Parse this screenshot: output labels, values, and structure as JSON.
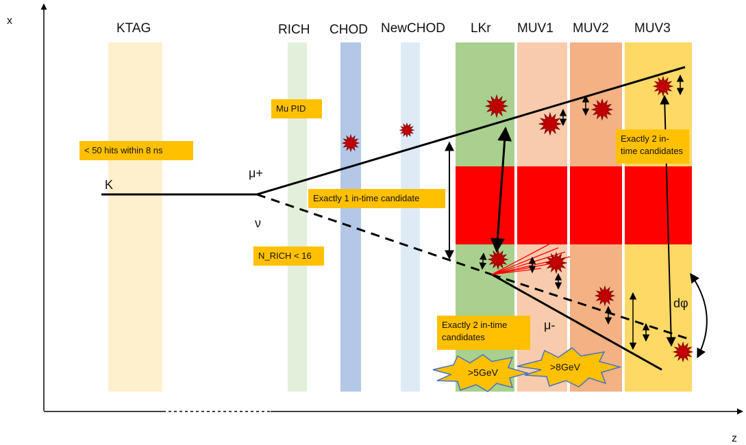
{
  "axes": {
    "x_label": "x",
    "z_label": "z"
  },
  "detectors": [
    {
      "name": "KTAG",
      "color": "#FEF0CC"
    },
    {
      "name": "RICH",
      "color": "#E2EFDA"
    },
    {
      "name": "CHOD",
      "color": "#B4C7E7"
    },
    {
      "name": "NewCHOD",
      "color": "#DEEBF7"
    },
    {
      "name": "LKr",
      "color": "#A9D08E"
    },
    {
      "name": "MUV1",
      "color": "#F8CBAD"
    },
    {
      "name": "MUV2",
      "color": "#F4B183"
    },
    {
      "name": "MUV3",
      "color": "#FFD966"
    }
  ],
  "particles": {
    "kaon": "K",
    "mu_plus": "μ+",
    "neutrino": "ν",
    "mu_minus": "μ-",
    "angle": "dφ"
  },
  "boxes": {
    "ktag_cut": "< 50 hits within 8 ns",
    "mu_pid": "Mu PID",
    "chod_cut": "Exactly 1 in-time candidate",
    "rich_cut": "N_RICH < 16",
    "muv3_cut": "Exactly 2 in-time candidates",
    "lkr_cut": "Exactly 2 in-time candidates"
  },
  "energy_cuts": {
    "lkr": ">5GeV",
    "muv": ">8GeV"
  },
  "colors": {
    "band": "#FF0000",
    "box": "#FFC000",
    "hit": "#C00000",
    "burst": "#FFC000",
    "burst_edge": "#4472C4"
  }
}
